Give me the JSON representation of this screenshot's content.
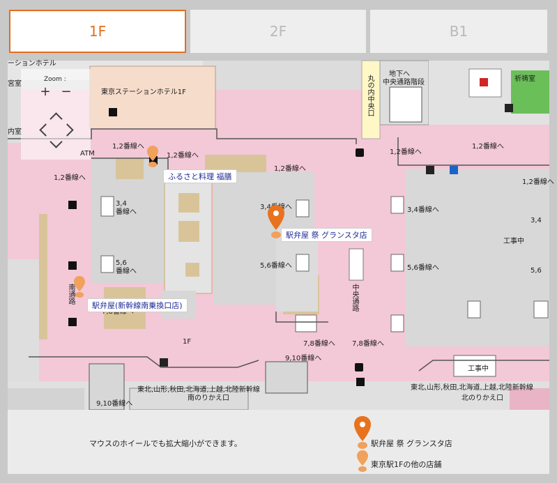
{
  "tabs": [
    {
      "label": "1F",
      "active": true
    },
    {
      "label": "2F",
      "active": false
    },
    {
      "label": "B1",
      "active": false
    }
  ],
  "zoom": {
    "label": "Zoom :",
    "plus": "+",
    "minus": "−"
  },
  "map": {
    "labels": {
      "hotel_cut": "ーションホテル",
      "left_cut1": "宮室",
      "left_cut2": "内室",
      "hotel": "東京ステーションホテル1F",
      "atm": "ATM",
      "p12_a": "1,2番線へ",
      "p12_b": "1,2番線へ",
      "p12_c": "1,2番線へ",
      "p12_d": "1,2番線へ",
      "p12_e": "1,2番線へ",
      "p12_f": "1,2番線へ",
      "p12_g": "1,2番線へ",
      "p34_a": "3,4",
      "p34_a2": "番線へ",
      "p34_b": "3,4番線へ",
      "p34_c": "3,4番線へ",
      "p34_d": "3,4",
      "p56_a": "5,6",
      "p56_a2": "番線へ",
      "p56_b": "5,6番線へ",
      "p56_c": "5,6番線へ",
      "p56_d": "5,6",
      "p78_a": "7,8番線へ",
      "p78_b": "7,8番線へ",
      "p78_c": "7,8番線へ",
      "p910_a": "9,10番線へ",
      "p910_b": "9,10番線へ",
      "floor": "1F",
      "construction1": "工事中",
      "construction2": "工事中",
      "maru": "丸の内中央口",
      "chika1": "地下へ",
      "chika2": "中央通路階段",
      "prayer": "祈祷室",
      "chuo": "中央通路",
      "nan": "南通路",
      "tohoku1": "東北,山形,秋田,北海道,上越,北陸新幹線",
      "tohoku1b": "南のりかえ口",
      "tohoku2": "東北,山形,秋田,北海道,上越,北陸新幹線",
      "tohoku2b": "北のりかえ口"
    },
    "shops": {
      "furusato": "ふるさと料理 福膳",
      "matsuri": "駅弁屋 祭 グランスタ店",
      "nanjo": "駅弁屋(新幹線南乗換口店)"
    }
  },
  "legend": {
    "hint": "マウスのホイールでも拡大縮小ができます。",
    "selected": "駅弁屋 祭 グランスタ店",
    "others": "東京駅1Fの他の店舗"
  },
  "colors": {
    "accent": "#e46e1e",
    "pin": "#e8721e",
    "pin_light": "#f0a15c",
    "concourse": "#f3c8d7",
    "building": "#dedede",
    "shop": "#d9c49a",
    "hotel": "#f6dccb",
    "green": "#6bbf59"
  }
}
